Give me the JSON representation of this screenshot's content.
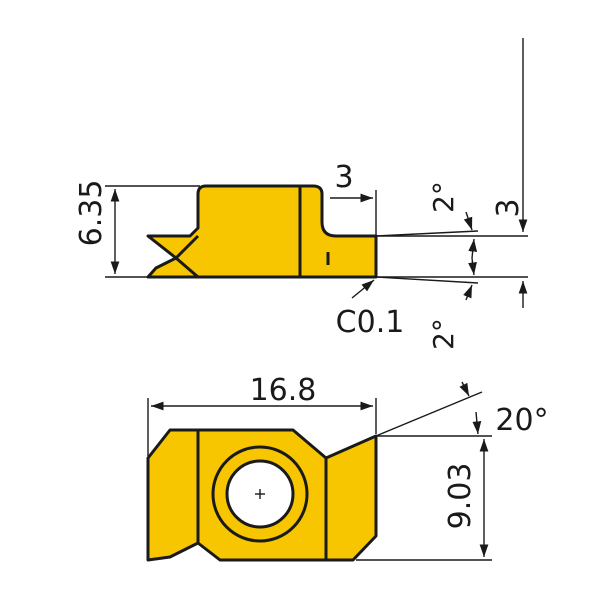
{
  "colors": {
    "insert_fill": "#f7c600",
    "outline": "#1a1a1a",
    "background": "#ffffff"
  },
  "side_view": {
    "height_label": "6.35",
    "groove_width_label": "3",
    "depth_label": "3",
    "relief_angle_top_label": "2°",
    "relief_angle_bottom_label": "2°",
    "chamfer_label": "C0.1"
  },
  "top_view": {
    "length_label": "16.8",
    "width_label": "9.03",
    "angle_label": "20°"
  }
}
